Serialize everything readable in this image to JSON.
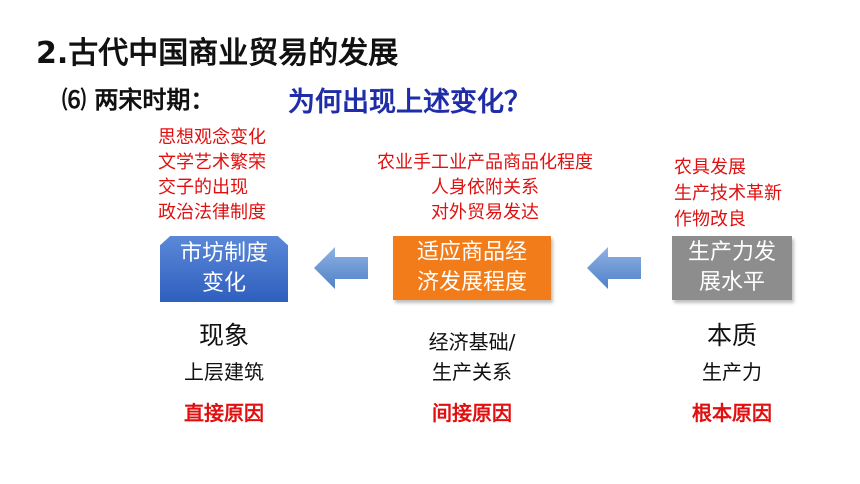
{
  "title": "2.古代中国商业贸易的发展",
  "subtitle": "⑹ 两宋时期：",
  "question": "为何出现上述变化？",
  "left_list": [
    "思想观念变化",
    "文学艺术繁荣",
    "交子的出现",
    "政治法律制度"
  ],
  "mid_list": [
    "农业手工业产品商品化程度",
    "人身依附关系",
    "对外贸易发达"
  ],
  "right_list": [
    "农具发展",
    "生产技术革新",
    "作物改良"
  ],
  "boxes": {
    "left": [
      "市坊制度",
      "变化"
    ],
    "middle": [
      "适应商品经",
      "济发展程度"
    ],
    "right": [
      "生产力发",
      "展水平"
    ]
  },
  "labels": {
    "left_main": "现象",
    "left_sub": "上层建筑",
    "left_cause": "直接原因",
    "mid_sub1": "经济基础/",
    "mid_sub2": "生产关系",
    "mid_cause": "间接原因",
    "right_main": "本质",
    "right_sub": "生产力",
    "right_cause": "根本原因"
  },
  "colors": {
    "red_text": "#e01010",
    "question_blue": "#1f2ea8",
    "box_blue": "#3a6cc8",
    "box_orange": "#f27c1a",
    "box_gray": "#8d8d8d",
    "arrow_blue": "#5f8fd0"
  }
}
